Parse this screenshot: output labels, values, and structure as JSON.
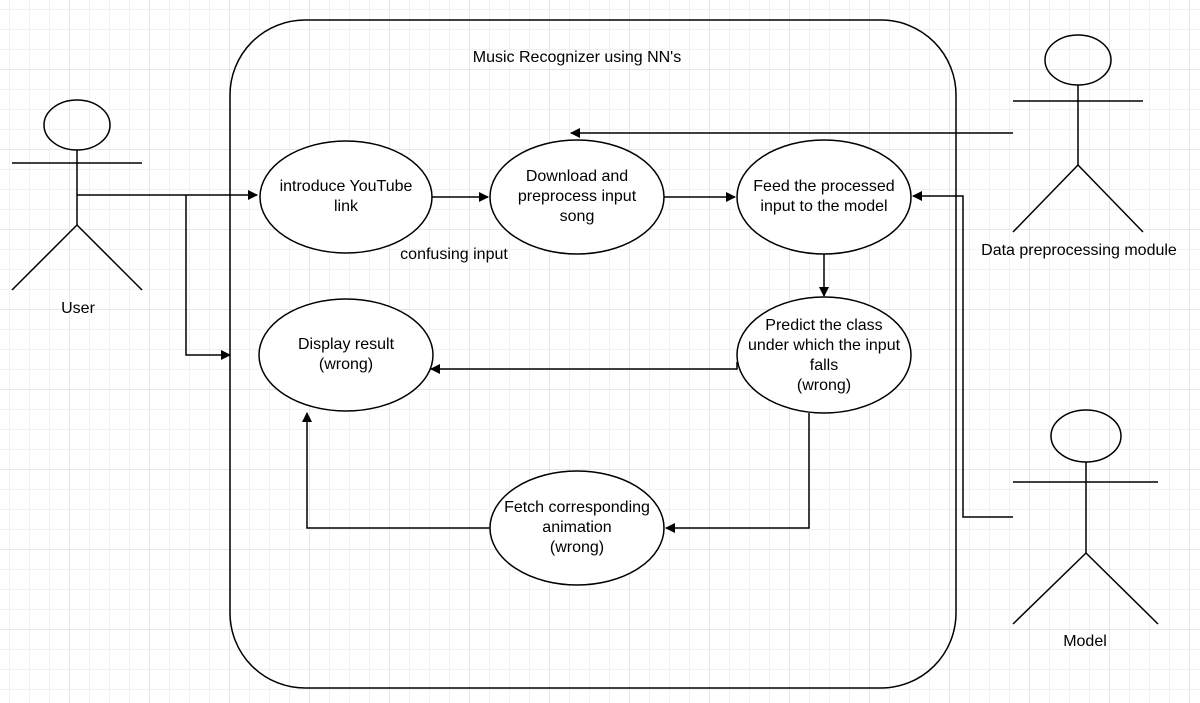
{
  "system_title": "Music Recognizer using NN's",
  "actors": {
    "user": "User",
    "data_preprocessing": "Data preprocessing module",
    "model": "Model"
  },
  "use_cases": {
    "introduce_link": "introduce YouTube\nlink",
    "download_preprocess": "Download and\npreprocess input\nsong",
    "feed_model": "Feed the processed\ninput to the model",
    "predict_class": "Predict the class\nunder which the input\nfalls\n(wrong)",
    "display_result": "Display result\n(wrong)",
    "fetch_animation": "Fetch corresponding\nanimation\n(wrong)"
  },
  "edge_labels": {
    "confusing_input": "confusing input"
  }
}
